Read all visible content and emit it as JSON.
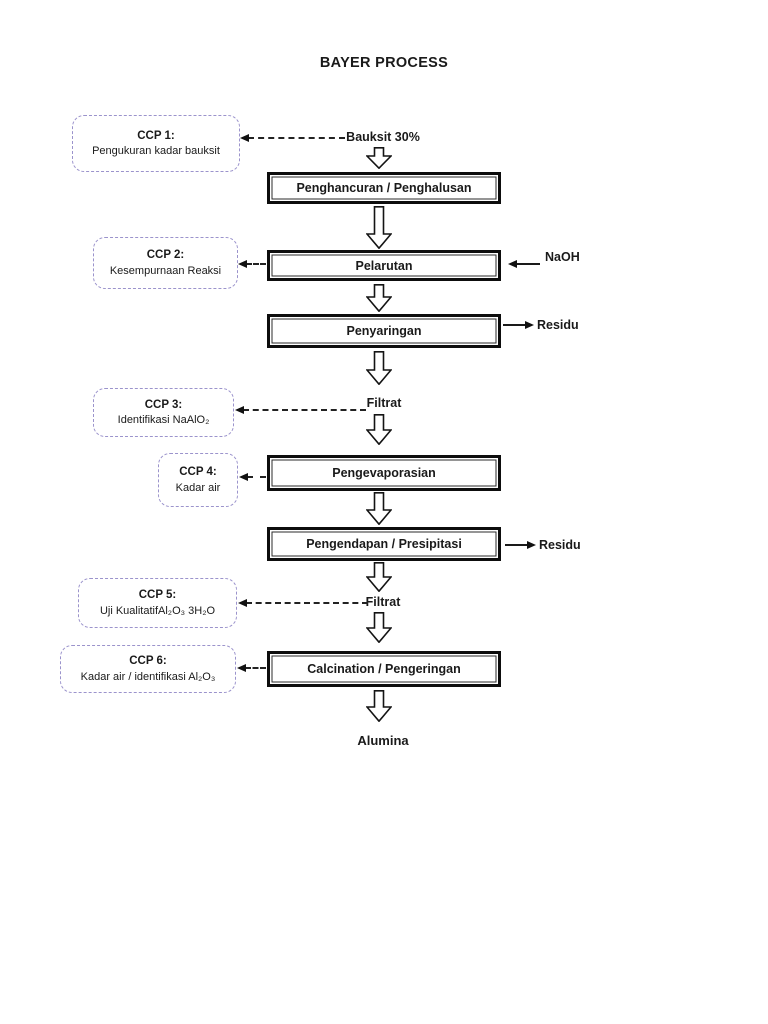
{
  "title": "BAYER PROCESS",
  "flow": {
    "steps": [
      {
        "label": "Penghancuran / Penghalusan"
      },
      {
        "label": "Pelarutan"
      },
      {
        "label": "Penyaringan"
      },
      {
        "label": "Pengevaporasian"
      },
      {
        "label": "Pengendapan / Presipitasi"
      },
      {
        "label": "Calcination / Pengeringan"
      }
    ],
    "input_label": "Bauksit 30%",
    "reagent_label": "NaOH",
    "residue_label_1": "Residu",
    "filtrate_label_1": "Filtrat",
    "residue_label_2": "Residu",
    "filtrate_label_2": "Filtrat",
    "output_label": "Alumina"
  },
  "ccp": [
    {
      "title": "CCP 1:",
      "detail": "Pengukuran kadar bauksit"
    },
    {
      "title": "CCP 2:",
      "detail": "Kesempurnaan Reaksi"
    },
    {
      "title": "CCP 3:",
      "detail": "Identifikasi NaAlO₂"
    },
    {
      "title": "CCP 4:",
      "detail": "Kadar air"
    },
    {
      "title": "CCP 5:",
      "detail": "Uji KualitatifAl₂O₃ 3H₂O"
    },
    {
      "title": "CCP 6:",
      "detail": "Kadar air / identifikasi  Al₂O₃"
    }
  ],
  "colors": {
    "ccp_border": "#9b93cc",
    "box_border": "#0d0d0d",
    "text": "#1a1a1a"
  }
}
